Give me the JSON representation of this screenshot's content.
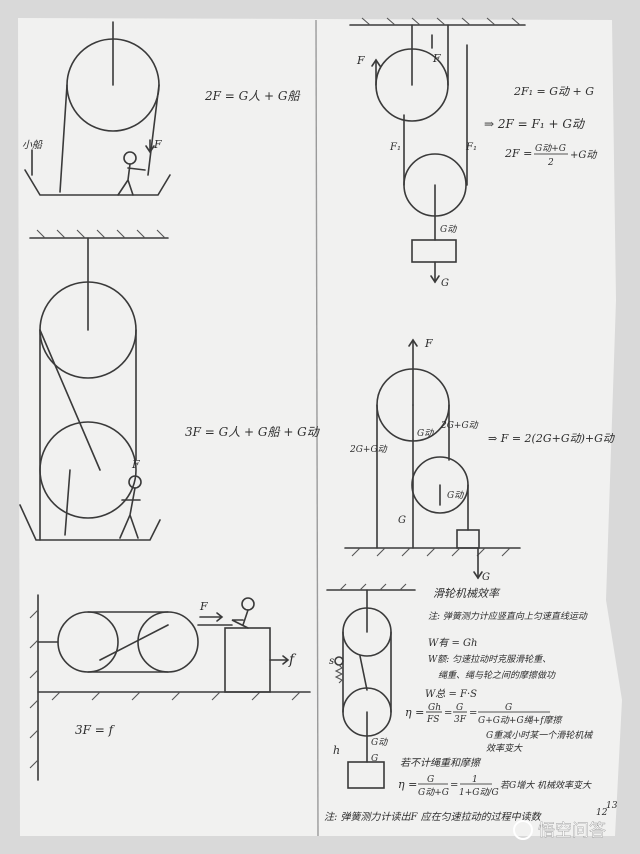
{
  "panel_top_left": {
    "equation": "2F = G人 + G船",
    "boat_label": "小船",
    "force_label": "F"
  },
  "panel_mid_left": {
    "equation": "3F = G人 + G船 + G动",
    "force_label": "F"
  },
  "panel_bottom_left": {
    "force_label": "F",
    "friction_label": "f",
    "equation": "3F = f"
  },
  "panel_top_right": {
    "force_left": "F",
    "force_right": "F",
    "f1_left": "F₁",
    "f1_right": "F₁",
    "g_moving": "G动",
    "g_load": "G",
    "eq1": "2F₁ = G动 + G",
    "eq2": "⇒ 2F = F₁ + G动",
    "eq3_lhs": "2F =",
    "eq3_num": "G动+G",
    "eq3_den": "2",
    "eq3_tail": "+G动"
  },
  "panel_mid_right": {
    "force_label": "F",
    "left_tension": "2G+G动",
    "inner_g_moving": "G动",
    "right_tension": "2G+G动",
    "result": "⇒ F = 2(2G+G动)+G动",
    "lower_g_moving": "G动",
    "rope_g": "G",
    "load_g": "G"
  },
  "panel_bottom_right": {
    "title": "滑轮机械效率",
    "note1": "注: 弹簧测力计应竖直向上匀速直线运动",
    "w_useful": "W有 = Gh",
    "w_extra": "W额: 匀速拉动时克服滑轮重、",
    "w_extra2": "绳重、绳与轮之间的摩擦做功",
    "w_total": "W总 = F·S",
    "eta_prefix": "η =",
    "eta_f1_num": "Gh",
    "eta_f1_den": "FS",
    "eta_f2_num": "G",
    "eta_f2_den": "3F",
    "eta_f3_num": "G",
    "eta_f3_den": "G+G动+G绳+f摩擦",
    "eta_note": "G重减小时某一个滑轮机械",
    "eta_note2": "效率变大",
    "ignore_title": "若不计绳重和摩擦",
    "eta2_prefix": "η =",
    "eta2_f1_num": "G",
    "eta2_f1_den": "G动+G",
    "eta2_f2_num": "1",
    "eta2_f2_den": "1+G动/G",
    "eta2_note": "若G增大 机械效率变大",
    "s_label": "s",
    "h_label": "h",
    "g_moving": "G动",
    "g_load": "G",
    "note2": "注: 弹簧测力计读出F 应在匀速拉动的过程中读数",
    "page_left": "12",
    "page_right": "13"
  },
  "watermark": "悟空问答"
}
